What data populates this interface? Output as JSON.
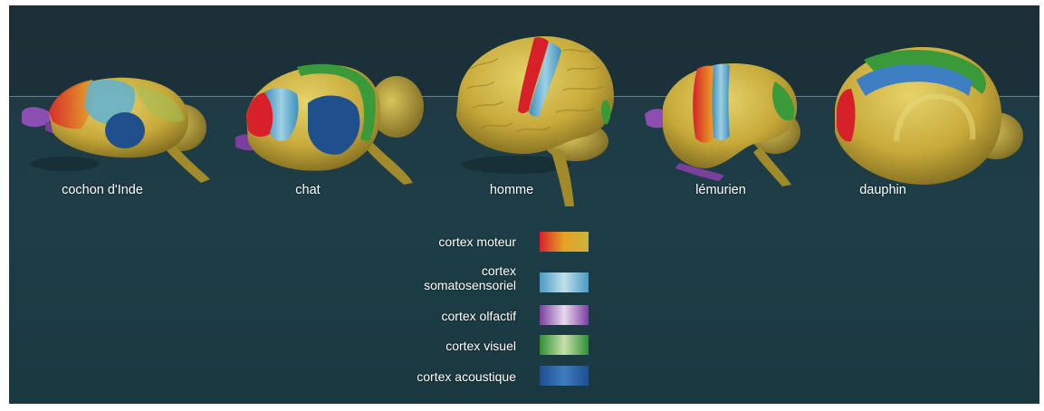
{
  "species": [
    "cochon d'Inde",
    "chat",
    "homme",
    "lémurien",
    "dauphin"
  ],
  "legend": [
    {
      "label_lines": [
        "cortex moteur"
      ],
      "colors": [
        "#d8202a",
        "#e6a325",
        "#c9b43a"
      ]
    },
    {
      "label_lines": [
        "cortex",
        "somatosensoriel"
      ],
      "colors": [
        "#4a9ac4",
        "#bfe0ea",
        "#4a9ac4"
      ]
    },
    {
      "label_lines": [
        "cortex olfactif"
      ],
      "colors": [
        "#7b3fa0",
        "#e8d8ee",
        "#7b3fa0"
      ]
    },
    {
      "label_lines": [
        "cortex visuel"
      ],
      "colors": [
        "#2f8f35",
        "#c9e0a9",
        "#2f8f35"
      ]
    },
    {
      "label_lines": [
        "cortex acoustique"
      ],
      "colors": [
        "#1d4f8f",
        "#3f7cc0",
        "#1d4f8f"
      ]
    }
  ],
  "colors": {
    "background": "#1e3a44",
    "cortex_base": "#c9b347",
    "cortex_shadow": "#8a7a25",
    "motor": "#d8202a",
    "somatosensory": "#4aa3cc",
    "olfactory": "#8a4fb0",
    "visual": "#3a9a3a",
    "acoustic": "#1f4f8c"
  }
}
